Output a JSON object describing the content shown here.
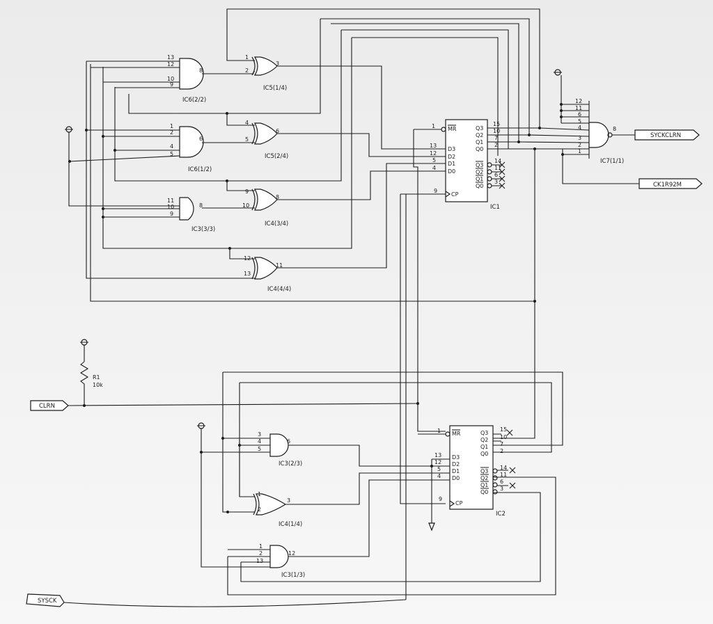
{
  "ports": {
    "clrn": "CLRN",
    "sysck": "SYSCK",
    "syckclrn": "SYCKCLRN",
    "ck1r92m": "CK1R92M"
  },
  "resistor": {
    "name": "R1",
    "value": "10k"
  },
  "gates": {
    "ic6_2": {
      "name": "IC6(2/2)",
      "pins_in": [
        "13",
        "12",
        "10",
        "9"
      ],
      "pin_out": "8"
    },
    "ic6_1": {
      "name": "IC6(1/2)",
      "pins_in": [
        "1",
        "2",
        "4",
        "5"
      ],
      "pin_out": "6"
    },
    "ic3_3": {
      "name": "IC3(3/3)",
      "pins_in": [
        "11",
        "10",
        "9"
      ],
      "pin_out": "8"
    },
    "ic5_1": {
      "name": "IC5(1/4)",
      "pins_in": [
        "1",
        "2"
      ],
      "pin_out": "3"
    },
    "ic5_2": {
      "name": "IC5(2/4)",
      "pins_in": [
        "4",
        "5"
      ],
      "pin_out": "6"
    },
    "ic4_3": {
      "name": "IC4(3/4)",
      "pins_in": [
        "9",
        "10"
      ],
      "pin_out": "8"
    },
    "ic4_4": {
      "name": "IC4(4/4)",
      "pins_in": [
        "12",
        "13"
      ],
      "pin_out": "11"
    },
    "ic7": {
      "name": "IC7(1/1)",
      "pins_in": [
        "12",
        "11",
        "6",
        "5",
        "4",
        "3",
        "2",
        "1"
      ],
      "pin_out": "8"
    },
    "ic3_2": {
      "name": "IC3(2/3)",
      "pins_in": [
        "3",
        "4",
        "5"
      ],
      "pin_out": "6"
    },
    "ic4_1": {
      "name": "IC4(1/4)",
      "pins_in": [
        "1",
        "2"
      ],
      "pin_out": "3"
    },
    "ic3_1": {
      "name": "IC3(1/3)",
      "pins_in": [
        "1",
        "2",
        "13"
      ],
      "pin_out": "12"
    }
  },
  "ic1": {
    "name": "IC1",
    "mr_pin": "1",
    "mr": "MR",
    "d_pins": [
      "13",
      "12",
      "5",
      "4"
    ],
    "d": [
      "D3",
      "D2",
      "D1",
      "D0"
    ],
    "cp_pin": "9",
    "cp": "CP",
    "q_pins": [
      "15",
      "10",
      "7",
      "2"
    ],
    "q": [
      "Q3",
      "Q2",
      "Q1",
      "Q0"
    ],
    "qn_pins": [
      "14",
      "11",
      "6",
      "3"
    ],
    "qn": [
      "Q3",
      "Q2",
      "Q1",
      "Q0"
    ]
  },
  "ic2": {
    "name": "IC2",
    "mr_pin": "1",
    "mr": "MR",
    "d_pins": [
      "13",
      "12",
      "5",
      "4"
    ],
    "d": [
      "D3",
      "D2",
      "D1",
      "D0"
    ],
    "cp_pin": "9",
    "cp": "CP",
    "q_pins": [
      "15",
      "10",
      "7",
      "2"
    ],
    "q": [
      "Q3",
      "Q2",
      "Q1",
      "Q0"
    ],
    "qn_pins": [
      "14",
      "11",
      "6",
      "3"
    ],
    "qn": [
      "Q3",
      "Q2",
      "Q1",
      "Q0"
    ]
  }
}
